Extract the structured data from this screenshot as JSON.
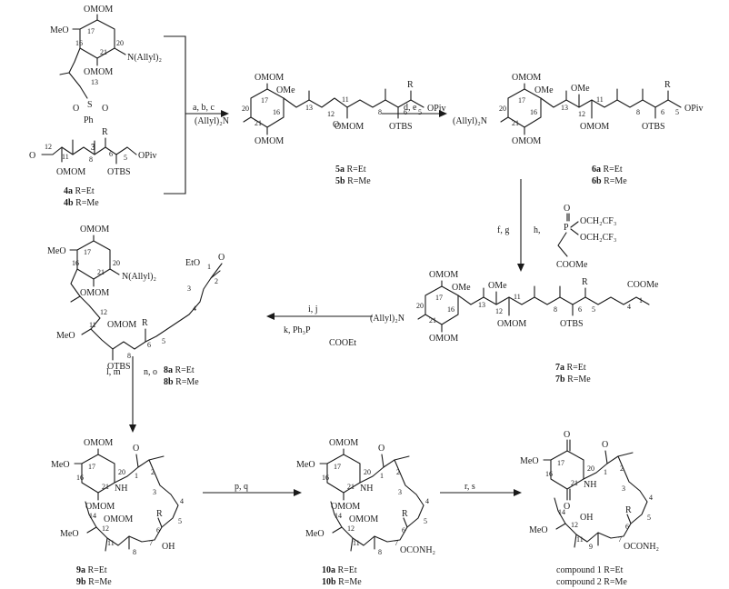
{
  "compounds": {
    "c3": {
      "label": "3"
    },
    "c4": {
      "label_a": "4a",
      "label_b": "4b",
      "r_a": " R=Et",
      "r_b": " R=Me"
    },
    "c5": {
      "label_a": "5a",
      "label_b": "5b",
      "r_a": " R=Et",
      "r_b": " R=Me"
    },
    "c6": {
      "label_a": "6a",
      "label_b": "6b",
      "r_a": " R=Et",
      "r_b": " R=Me"
    },
    "c7": {
      "label_a": "7a",
      "label_b": "7b",
      "r_a": " R=Et",
      "r_b": " R=Me"
    },
    "c8": {
      "label_a": "8a",
      "label_b": "8b",
      "r_a": " R=Et",
      "r_b": " R=Me"
    },
    "c9": {
      "label_a": "9a",
      "label_b": "9b",
      "r_a": " R=Et",
      "r_b": " R=Me"
    },
    "c10": {
      "label_a": "10a",
      "label_b": "10b",
      "r_a": " R=Et",
      "r_b": " R=Me"
    },
    "final": {
      "label_1": "compound 1 R=Et",
      "label_2": "compound 2 R=Me"
    }
  },
  "conditions": {
    "abc": "a, b, c",
    "de": "d, e",
    "fg": "f, g",
    "h": "h,",
    "ij": "i, j",
    "k": "k, Ph₃P",
    "k_ester": "COOEt",
    "lm": "l, m",
    "no": "n, o",
    "pq": "p, q",
    "rs": "r, s"
  },
  "groups": {
    "omom": "OMOM",
    "meo": "MeO",
    "ome": "OMe",
    "nallyl": "N(Allyl)₂",
    "allyln": "(Allyl)₂N",
    "otbs": "OTBS",
    "opiv": "OPiv",
    "oh": "OH",
    "ocarb": "OCONH₂",
    "cooMe": "COOMe",
    "nh": "NH",
    "o": "O",
    "r": "R",
    "s": "S",
    "ph": "Ph",
    "eto": "EtO",
    "p": "P",
    "och2cf3": "OCH₂CF₃"
  },
  "atom_numbers": {
    "n1": "1",
    "n2": "2",
    "n3": "3",
    "n4": "4",
    "n5": "5",
    "n6": "6",
    "n7": "7",
    "n8": "8",
    "n9": "9",
    "n11": "11",
    "n12": "12",
    "n13": "13",
    "n14": "14",
    "n16": "16",
    "n17": "17",
    "n20": "20",
    "n21": "21"
  }
}
